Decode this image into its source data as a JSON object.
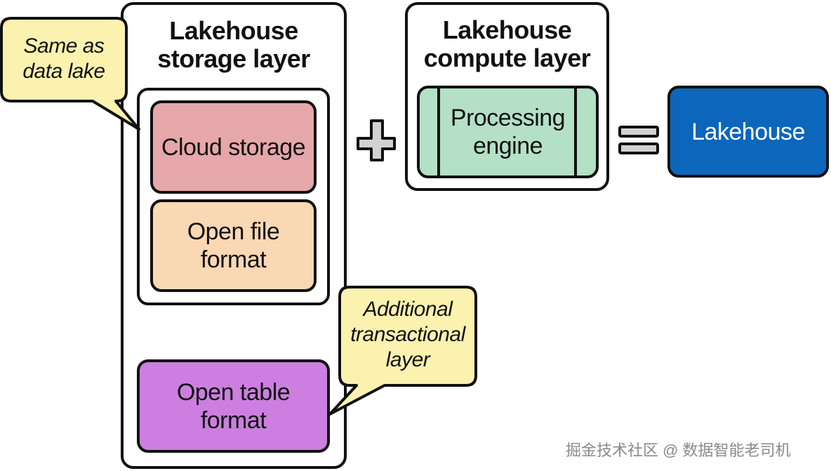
{
  "colors": {
    "outline": "#111111",
    "cloud_storage_fill": "#e6a7aa",
    "open_file_fill": "#fbd8b4",
    "open_table_fill": "#cc7fe0",
    "engine_fill": "#b4e0c6",
    "lakehouse_fill": "#0c66bb",
    "callout_fill": "#fbf2b0",
    "operator_fill": "#d2d2d2"
  },
  "storage_layer": {
    "title_line1": "Lakehouse",
    "title_line2": "storage layer",
    "cloud_storage": "Cloud storage",
    "open_file_line1": "Open file",
    "open_file_line2": "format",
    "open_table_line1": "Open table",
    "open_table_line2": "format"
  },
  "compute_layer": {
    "title_line1": "Lakehouse",
    "title_line2": "compute layer",
    "engine_line1": "Processing",
    "engine_line2": "engine"
  },
  "result": {
    "label": "Lakehouse"
  },
  "callouts": {
    "data_lake_line1": "Same as",
    "data_lake_line2": "data lake",
    "transactional_line1": "Additional",
    "transactional_line2": "transactional",
    "transactional_line3": "layer"
  },
  "operators": {
    "plus_icon": "plus-icon",
    "equals_icon": "equals-icon"
  },
  "watermark": "掘金技术社区 @ 数据智能老司机"
}
